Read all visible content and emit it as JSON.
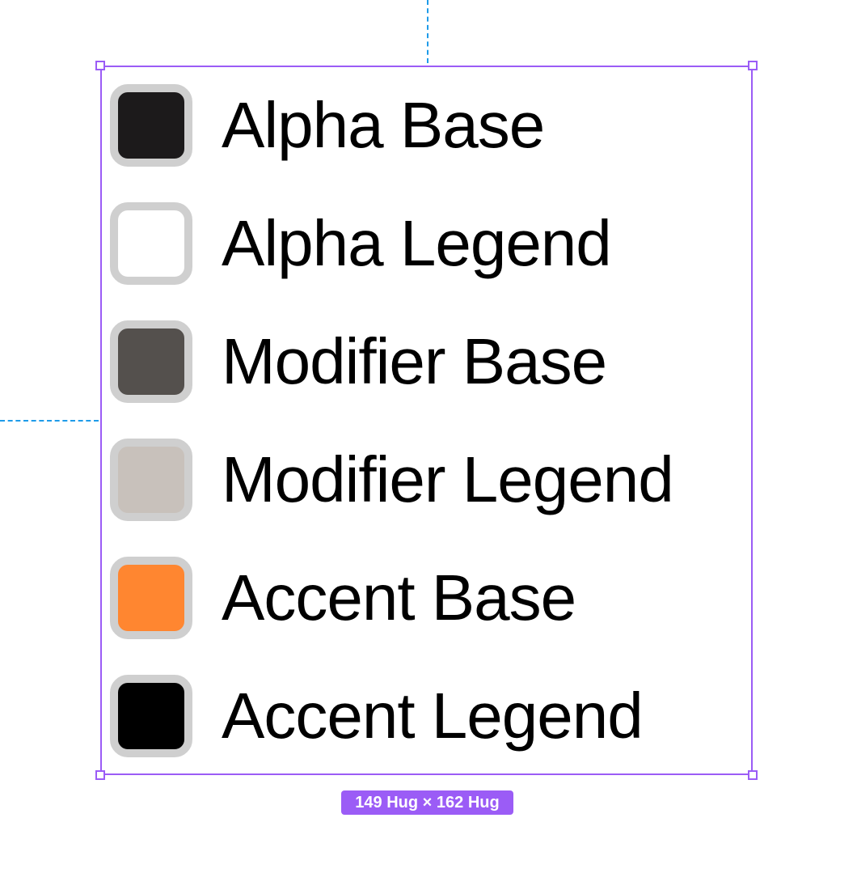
{
  "legend": {
    "items": [
      {
        "label": "Alpha Base",
        "color": "#1c1a1b"
      },
      {
        "label": "Alpha Legend",
        "color": "#ffffff"
      },
      {
        "label": "Modifier Base",
        "color": "#54504d"
      },
      {
        "label": "Modifier Legend",
        "color": "#c8c1bb"
      },
      {
        "label": "Accent Base",
        "color": "#ff8630"
      },
      {
        "label": "Accent Legend",
        "color": "#000000"
      }
    ],
    "swatch_border_color": "#cfcfcf"
  },
  "selection": {
    "color": "#9b5cf6",
    "size_label": "149 Hug × 162 Hug"
  },
  "guides": {
    "color": "#1e9be9"
  }
}
